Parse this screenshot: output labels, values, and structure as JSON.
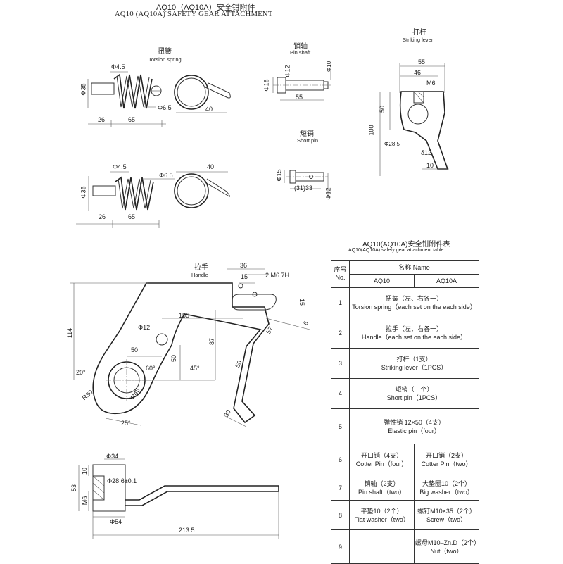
{
  "header": {
    "title": "AQ10（AQ10A）安全钳附件",
    "subtitle": "AQ10 (AQ10A) SAFETY GEAR ATTACHMENT"
  },
  "torsion_spring": {
    "label_cn": "扭簧",
    "label_en": "Torsion spring",
    "dims_top": [
      "Φ4.5",
      "Φ35",
      "Φ6.5",
      "26",
      "65",
      "40"
    ],
    "dims_bottom": [
      "Φ4.5",
      "Φ6.5",
      "40",
      "Φ35",
      "26",
      "65"
    ]
  },
  "pin_shaft": {
    "label_cn": "销轴",
    "label_en": "Pin shaft",
    "dims": [
      "Φ12",
      "Φ18",
      "55",
      "Φ10"
    ]
  },
  "short_pin": {
    "label_cn": "短销",
    "label_en": "Short pin",
    "dims": [
      "Φ15",
      "(31)33",
      "Φ12"
    ]
  },
  "striking_lever": {
    "label_cn": "打杆",
    "label_en": "Striking lever",
    "dims": [
      "55",
      "46",
      "M6",
      "50",
      "100",
      "Φ28.5",
      "δ12",
      "10"
    ]
  },
  "handle": {
    "label_cn": "拉手",
    "label_en": "Handle",
    "dims": [
      "36",
      "15",
      "2 M6 7H",
      "15",
      "155",
      "Φ12",
      "114",
      "87",
      "50",
      "50",
      "57",
      "6",
      "60°",
      "45°",
      "20°",
      "50",
      "R30",
      "R45",
      "25°",
      "30"
    ]
  },
  "side_view": {
    "dims": [
      "Φ34",
      "10",
      "Φ28.6±0.1",
      "53",
      "M6",
      "Φ54",
      "213.5"
    ]
  },
  "table": {
    "title_cn": "AQ10(AQ10A)安全钳附件表",
    "title_en": "AQ10(AQ10A)  safety gear attachment table",
    "header_no": "序号\nNo.",
    "header_name": "名称   Name",
    "col_a": "AQ10",
    "col_b": "AQ10A",
    "rows": [
      {
        "no": "1",
        "cn": "扭簧（左、右各一）",
        "en": "Torsion spring（each set on the each side）"
      },
      {
        "no": "2",
        "cn": "拉手（左、右各一）",
        "en": "Handle（each set on the each side）"
      },
      {
        "no": "3",
        "cn": "打杆（1支）",
        "en": "Striking lever（1PCS）"
      },
      {
        "no": "4",
        "cn": "短销（一个）",
        "en": "Short pin（1PCS）"
      },
      {
        "no": "5",
        "cn": "弹性销 12×50（4支）",
        "en": "Elastic pin（four）"
      },
      {
        "no": "6",
        "a_cn": "开口销（4支）",
        "a_en": "Cotter Pin（four）",
        "b_cn": "开口销（2支）",
        "b_en": "Cotter Pin（two）"
      },
      {
        "no": "7",
        "a_cn": "销轴（2支）",
        "a_en": "Pin shaft（two）",
        "b_cn": "大垫圈10（2个）",
        "b_en": "Big washer（two）"
      },
      {
        "no": "8",
        "a_cn": "平垫10（2个）",
        "a_en": "Flat washer（two）",
        "b_cn": "螺钉M10×35（2个）",
        "b_en": "Screw（two）"
      },
      {
        "no": "9",
        "b_cn": "螺母M10–Zn.D（2个）",
        "b_en": "Nut（two）"
      }
    ]
  }
}
